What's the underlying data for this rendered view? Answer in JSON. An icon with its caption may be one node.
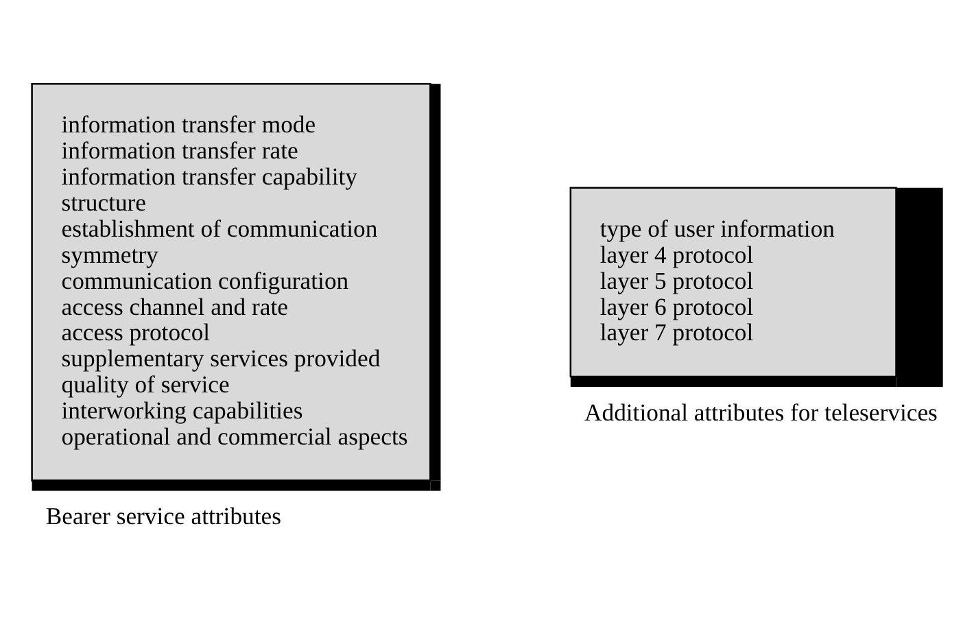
{
  "diagram": {
    "nodes": [
      {
        "text": [
          "information transfer mode",
          "information transfer rate",
          "information transfer capability",
          "structure",
          "establishment of communication",
          "symmetry",
          "communication configuration",
          "access channel and rate",
          "access protocol",
          "supplementary services provided",
          "quality of service",
          "interworking capabilities",
          "operational and commercial aspects"
        ],
        "beside": [
          "Bearer service attributes"
        ]
      },
      {
        "text": [
          "type of user information",
          "layer 4 protocol",
          "layer 5 protocol",
          "layer 6 protocol",
          "layer 7 protocol"
        ],
        "beside": [
          "Additional attributes for teleservices"
        ]
      }
    ]
  }
}
